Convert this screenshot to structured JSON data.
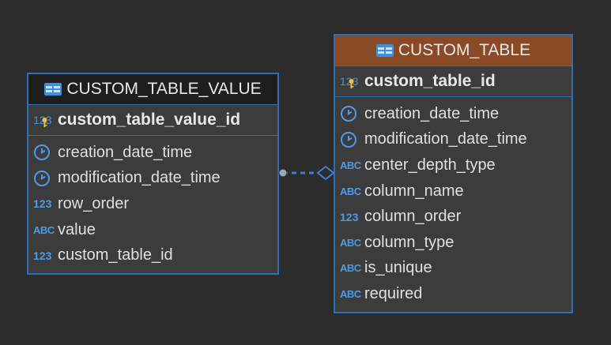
{
  "tables": {
    "left": {
      "title": "CUSTOM_TABLE_VALUE",
      "pk": {
        "label": "custom_table_value_id",
        "type_icon": "123"
      },
      "columns": [
        {
          "label": "creation_date_time",
          "icon": "clock-icon"
        },
        {
          "label": "modification_date_time",
          "icon": "clock-icon"
        },
        {
          "label": "row_order",
          "icon": "number-icon",
          "type_text": "123"
        },
        {
          "label": "value",
          "icon": "text-icon",
          "type_text": "ABC"
        },
        {
          "label": "custom_table_id",
          "icon": "number-icon",
          "type_text": "123"
        }
      ],
      "header_color": "#1e1e1e"
    },
    "right": {
      "title": "CUSTOM_TABLE",
      "pk": {
        "label": "custom_table_id",
        "type_icon": "123"
      },
      "columns": [
        {
          "label": "creation_date_time",
          "icon": "clock-icon"
        },
        {
          "label": "modification_date_time",
          "icon": "clock-icon"
        },
        {
          "label": "center_depth_type",
          "icon": "text-icon",
          "type_text": "ABC"
        },
        {
          "label": "column_name",
          "icon": "text-icon",
          "type_text": "ABC"
        },
        {
          "label": "column_order",
          "icon": "number-icon",
          "type_text": "123"
        },
        {
          "label": "column_type",
          "icon": "text-icon",
          "type_text": "ABC"
        },
        {
          "label": "is_unique",
          "icon": "text-icon",
          "type_text": "ABC"
        },
        {
          "label": "required",
          "icon": "text-icon",
          "type_text": "ABC"
        }
      ],
      "header_color": "#8b4a26"
    }
  },
  "colors": {
    "background": "#2c2c2c",
    "border": "#2f6db5",
    "icon": "#4f9ae6",
    "connector": "#3d7fd0"
  }
}
